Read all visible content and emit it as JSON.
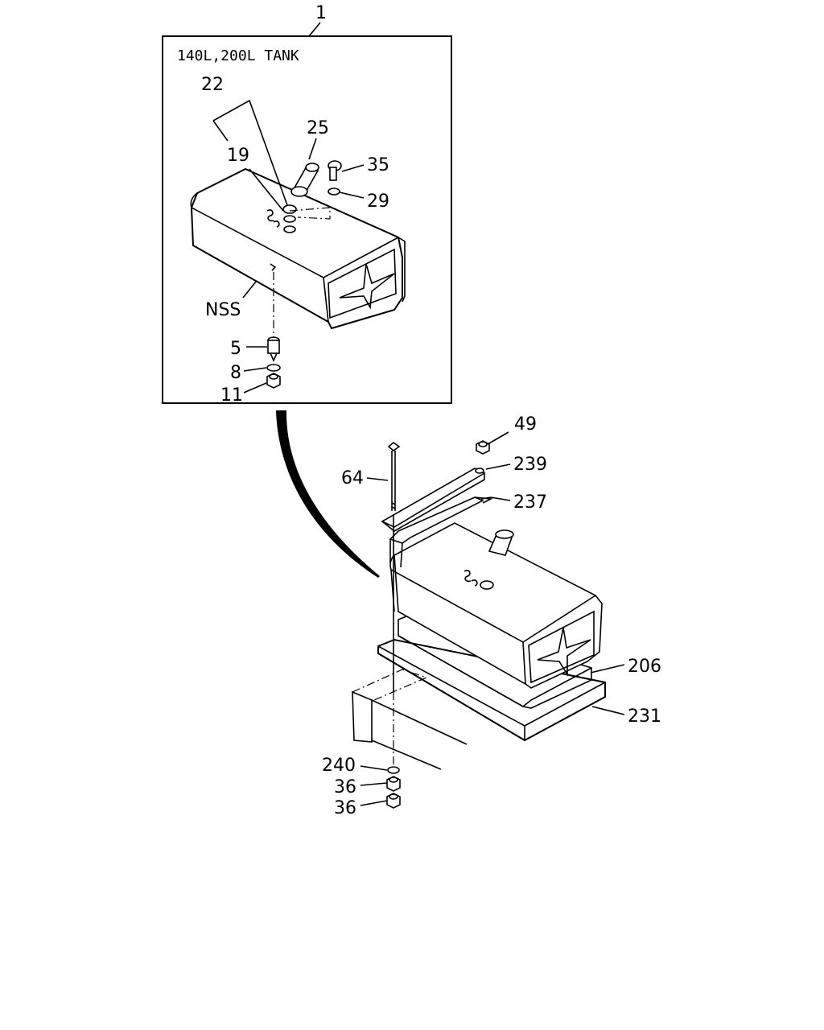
{
  "inset": {
    "title": "140L,200L TANK",
    "callout": "1"
  },
  "labels": {
    "p22": "22",
    "p25": "25",
    "p35": "35",
    "p19": "19",
    "p29": "29",
    "nss": "NSS",
    "p5": "5",
    "p8": "8",
    "p11": "11",
    "p49": "49",
    "p239": "239",
    "p64": "64",
    "p237": "237",
    "p206": "206",
    "p231": "231",
    "p240": "240",
    "p36a": "36",
    "p36b": "36"
  }
}
